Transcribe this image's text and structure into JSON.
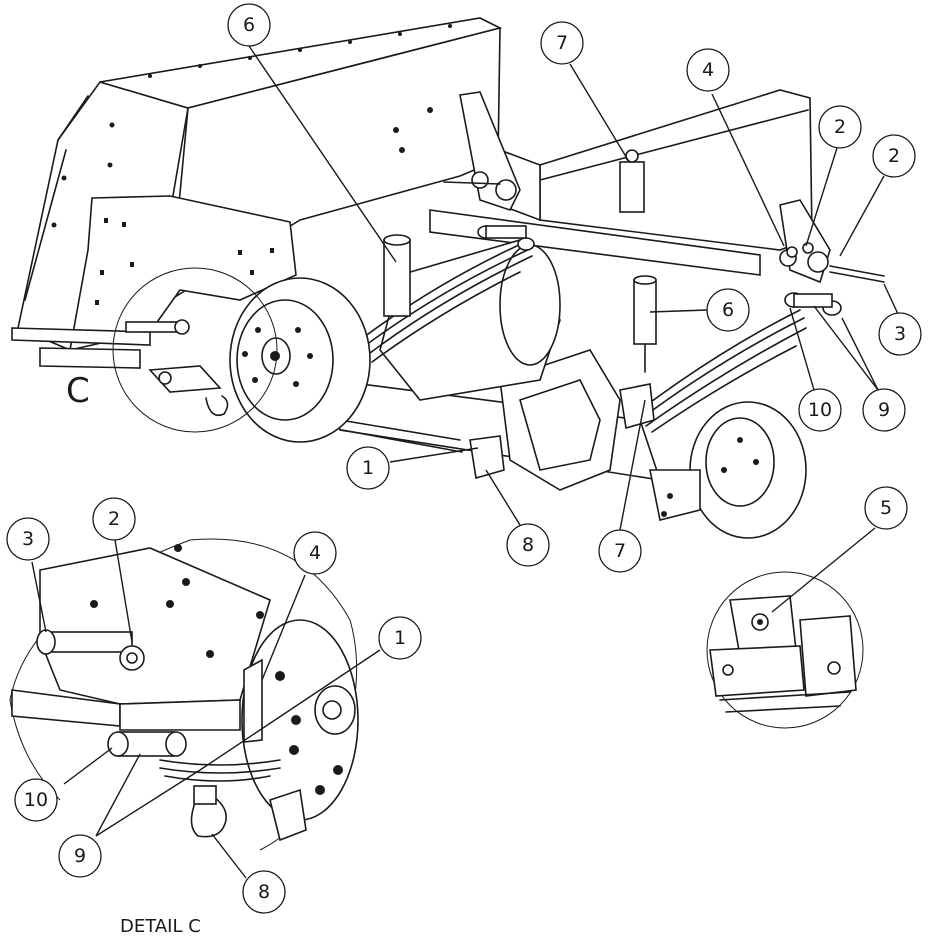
{
  "callouts": [
    {
      "id": "c6a",
      "text": "6"
    },
    {
      "id": "c7a",
      "text": "7"
    },
    {
      "id": "c4a",
      "text": "4"
    },
    {
      "id": "c2a",
      "text": "2"
    },
    {
      "id": "c2b",
      "text": "2"
    },
    {
      "id": "c6b",
      "text": "6"
    },
    {
      "id": "c3a",
      "text": "3"
    },
    {
      "id": "c10a",
      "text": "10"
    },
    {
      "id": "c9a",
      "text": "9"
    },
    {
      "id": "c1a",
      "text": "1"
    },
    {
      "id": "c8a",
      "text": "8"
    },
    {
      "id": "c7b",
      "text": "7"
    },
    {
      "id": "c5a",
      "text": "5"
    },
    {
      "id": "c3b",
      "text": "3"
    },
    {
      "id": "c2c",
      "text": "2"
    },
    {
      "id": "c4b",
      "text": "4"
    },
    {
      "id": "c1b",
      "text": "1"
    },
    {
      "id": "c10b",
      "text": "10"
    },
    {
      "id": "c9b",
      "text": "9"
    },
    {
      "id": "c8b",
      "text": "8"
    }
  ],
  "detail_marker": "C",
  "detail_title": "DETAIL C"
}
